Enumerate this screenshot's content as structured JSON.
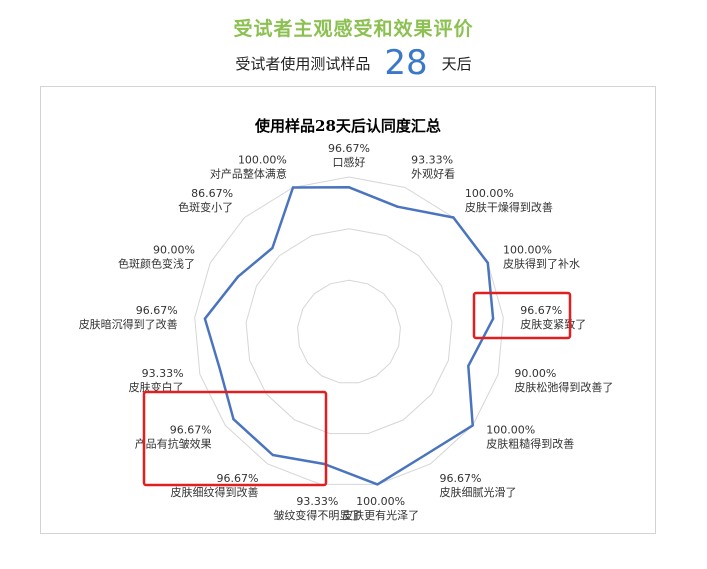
{
  "header": {
    "title": "受试者主观感受和效果评价",
    "subtitle_prefix": "受试者使用测试样品",
    "subtitle_number": "28",
    "subtitle_suffix": "天后"
  },
  "chart_data": {
    "type": "radar",
    "title": "使用样品28天后认同度汇总",
    "series": [
      {
        "values": [
          96.67,
          93.33,
          100.0,
          100.0,
          96.67,
          90.0,
          100.0,
          96.67,
          100.0,
          93.33,
          96.67,
          96.67,
          93.33,
          96.67,
          90.0,
          86.67,
          100.0
        ]
      }
    ],
    "categories": [
      "口感好",
      "外观好看",
      "皮肤干燥得到改善",
      "皮肤得到了补水",
      "皮肤变紧致了",
      "皮肤松弛得到改善了",
      "皮肤粗糙得到改善",
      "皮肤细腻光滑了",
      "皮肤更有光泽了",
      "皱纹变得不明显了",
      "皮肤细纹得到改善",
      "产品有抗皱效果",
      "皮肤变白了",
      "皮肤暗沉得到了改善",
      "色斑颜色变浅了",
      "色斑变小了",
      "对产品整体满意"
    ],
    "value_labels": [
      "96.67%",
      "93.33%",
      "100.00%",
      "100.00%",
      "96.67%",
      "90.00%",
      "100.00%",
      "96.67%",
      "100.00%",
      "93.33%",
      "96.67%",
      "96.67%",
      "93.33%",
      "96.67%",
      "90.00%",
      "86.67%",
      "100.00%"
    ],
    "rlim": [
      50,
      100
    ],
    "grid": true,
    "line_color": "#4a74bf",
    "highlight_color": "#e02020"
  }
}
